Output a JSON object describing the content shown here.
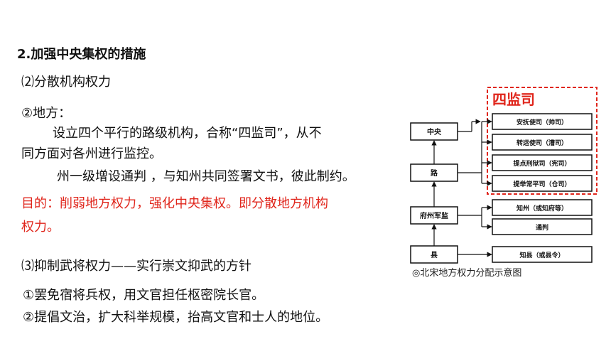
{
  "title": "2.加强中央集权的措施",
  "section_2": "⑵分散机构权力",
  "local_label": "②地方：",
  "para1_line1": "设立四个平行的路级机构，合称“四监司”，从不",
  "para1_line2": "同方面对各州进行监控。",
  "para2": "州一级增设通判 ，与知州共同签署文书，彼此制约。",
  "purpose_line1": "目的：削弱地方权力，强化中央集权。即分散地方机构",
  "purpose_line2": "权力。",
  "section_3": "⑶抑制武将权力——实行崇文抑武的方针",
  "bullet1": "①罢免宿将兵权，用文官担任枢密院长官。",
  "bullet2": "②提倡文治，扩大科举规模，抬高文官和士人的地位。",
  "diagram": {
    "group_label": "四监司",
    "left_nodes": [
      "中央",
      "路",
      "府州军监",
      "县"
    ],
    "supervisors": [
      "安抚使司（帅司）",
      "转运使司（漕司）",
      "提点刑狱司（宪司）",
      "提举常平司（仓司）"
    ],
    "prefecture_officials": [
      "知州（或知府等）",
      "通判"
    ],
    "county_official": "知县（或县令）",
    "caption": "◎北宋地方权力分配示意图"
  },
  "colors": {
    "accent_red": "#e0261c",
    "text": "#111111"
  }
}
